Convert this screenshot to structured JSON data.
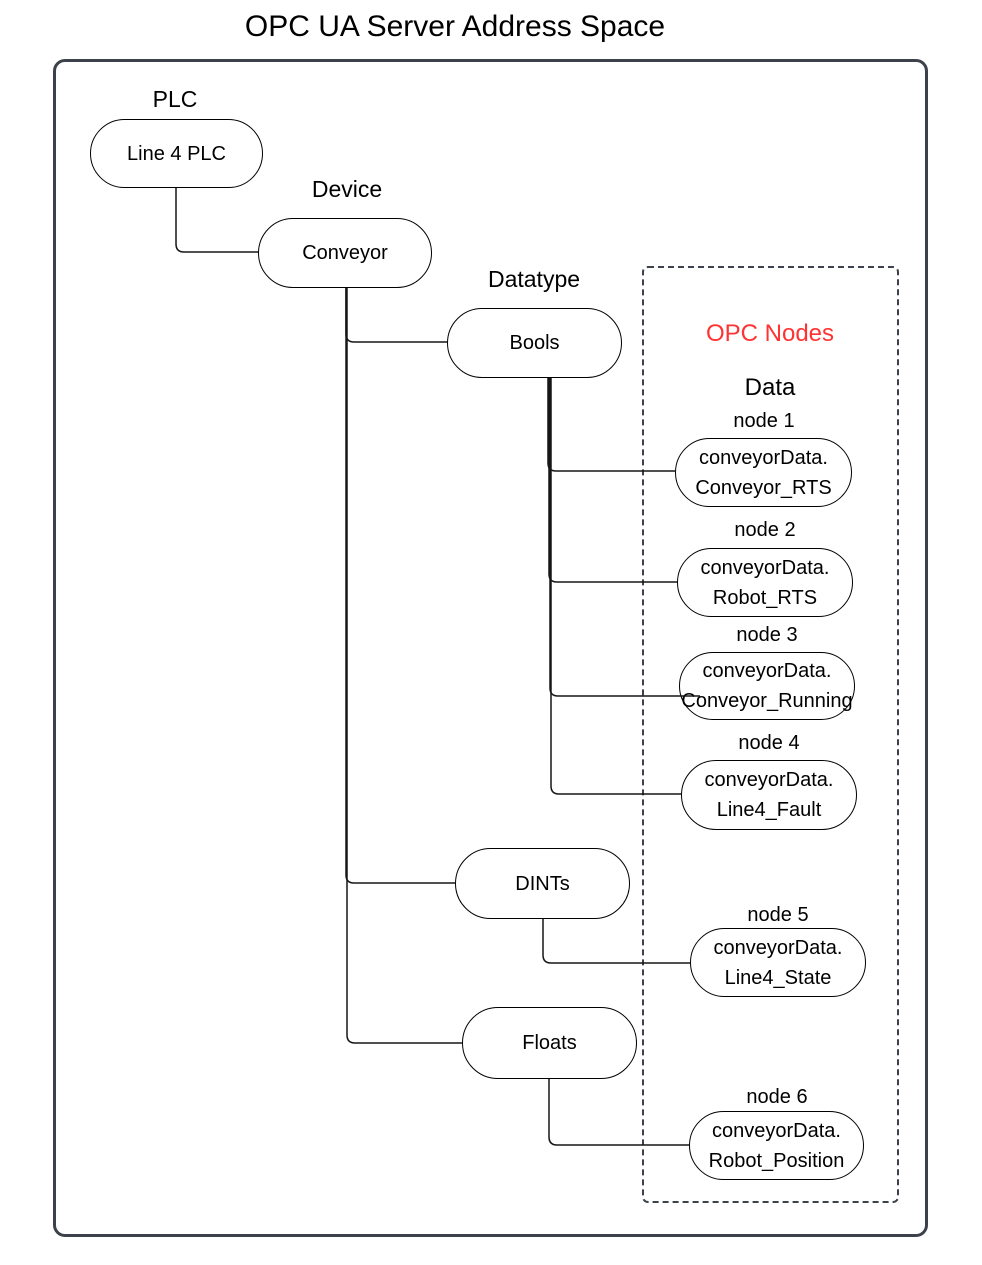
{
  "title": "OPC UA Server Address Space",
  "colors": {
    "accent_red": "#ff3333",
    "frame": "#3c414b",
    "line": "#161616"
  },
  "tree": {
    "plc": {
      "group_label": "PLC",
      "node_label": "Line 4 PLC"
    },
    "device": {
      "group_label": "Device",
      "node_label": "Conveyor"
    },
    "datatype": {
      "group_label": "Datatype",
      "bools_label": "Bools",
      "dints_label": "DINTs",
      "floats_label": "Floats"
    }
  },
  "opc_panel": {
    "panel_title": "OPC Nodes",
    "subtitle": "Data",
    "nodes": [
      {
        "label": "node 1",
        "line1": "conveyorData.",
        "line2": "Conveyor_RTS"
      },
      {
        "label": "node 2",
        "line1": "conveyorData.",
        "line2": "Robot_RTS"
      },
      {
        "label": "node 3",
        "line1": "conveyorData.",
        "line2": "Conveyor_Running"
      },
      {
        "label": "node 4",
        "line1": "conveyorData.",
        "line2": "Line4_Fault"
      },
      {
        "label": "node 5",
        "line1": "conveyorData.",
        "line2": "Line4_State"
      },
      {
        "label": "node 6",
        "line1": "conveyorData.",
        "line2": "Robot_Position"
      }
    ]
  }
}
